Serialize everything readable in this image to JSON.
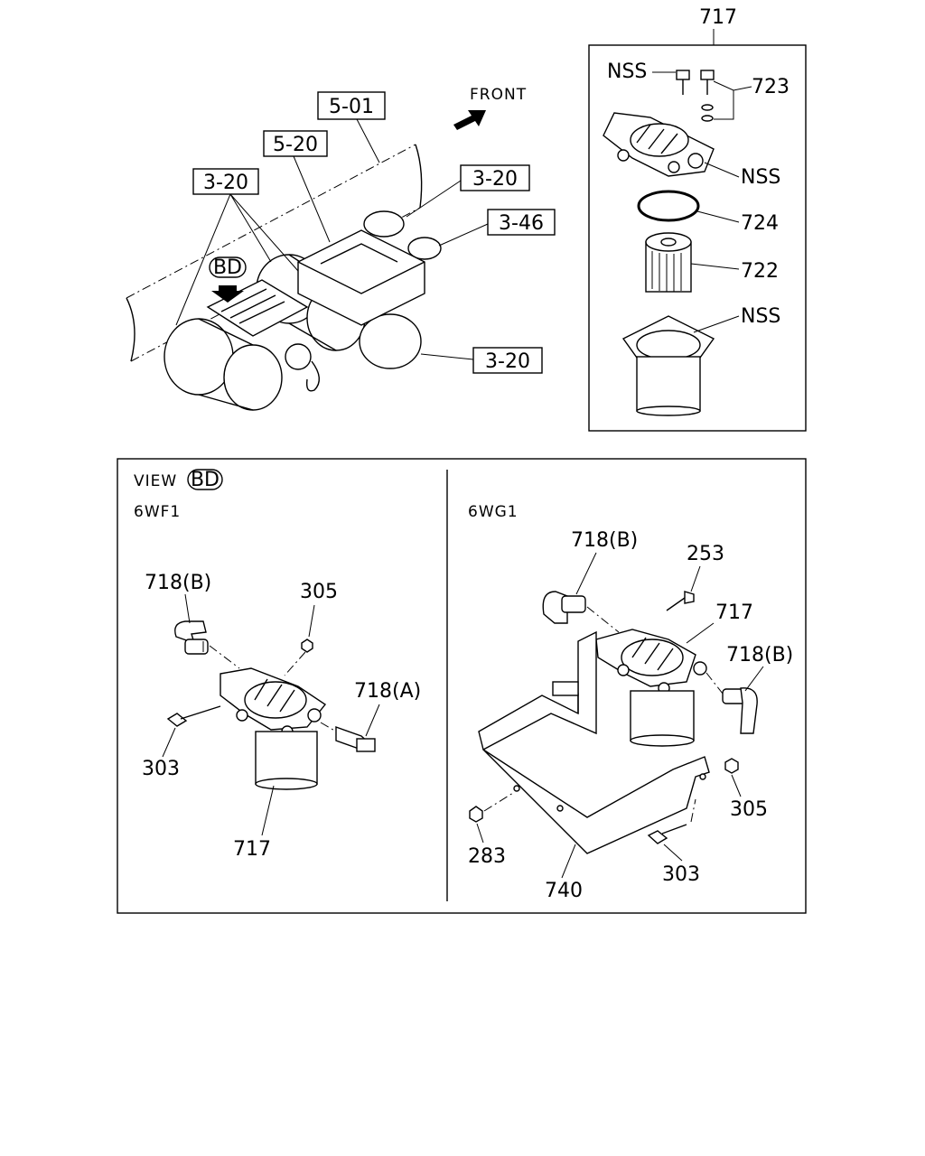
{
  "overview": {
    "front_label": "FRONT",
    "refs": {
      "r501": "5-01",
      "r520": "5-20",
      "r320_left": "3-20",
      "r320_top_right": "3-20",
      "r346": "3-46",
      "r320_bottom_right": "3-20"
    },
    "view_marker": "BD"
  },
  "exploded": {
    "title": "717",
    "nss_top": "NSS",
    "p723": "723",
    "nss_mid": "NSS",
    "p724": "724",
    "p722": "722",
    "nss_bottom": "NSS"
  },
  "view_panel": {
    "view_label": "VIEW",
    "view_marker": "BD",
    "left": {
      "variant": "6WF1",
      "p718b": "718(B)",
      "p305": "305",
      "p718a": "718(A)",
      "p303": "303",
      "p717": "717"
    },
    "right": {
      "variant": "6WG1",
      "p718b_top": "718(B)",
      "p253": "253",
      "p717": "717",
      "p718b_right": "718(B)",
      "p305": "305",
      "p283": "283",
      "p303": "303",
      "p740": "740"
    }
  }
}
